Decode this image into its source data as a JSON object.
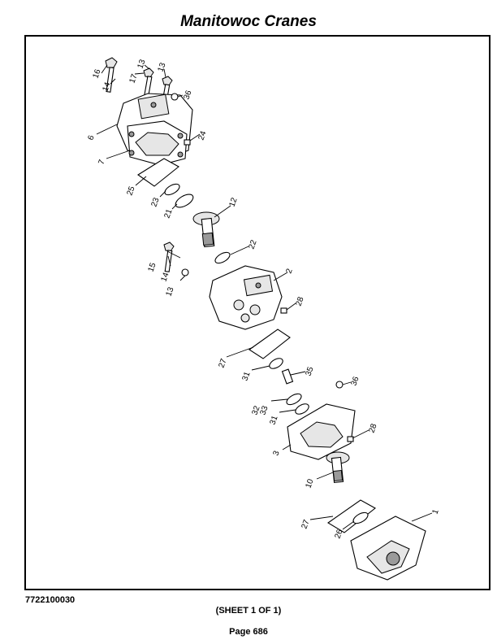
{
  "header": {
    "title": "Manitowoc Cranes"
  },
  "footer": {
    "part_number": "7722100030",
    "sheet": "(SHEET 1 OF 1)",
    "page": "Page 686"
  },
  "diagram": {
    "callouts": [
      "16",
      "14",
      "17",
      "13",
      "13",
      "36",
      "6",
      "7",
      "24",
      "25",
      "23",
      "21",
      "12",
      "22",
      "15",
      "14",
      "13",
      "2",
      "28",
      "27",
      "31",
      "35",
      "32",
      "33",
      "31",
      "36",
      "28",
      "3",
      "10",
      "1",
      "27",
      "26"
    ]
  }
}
